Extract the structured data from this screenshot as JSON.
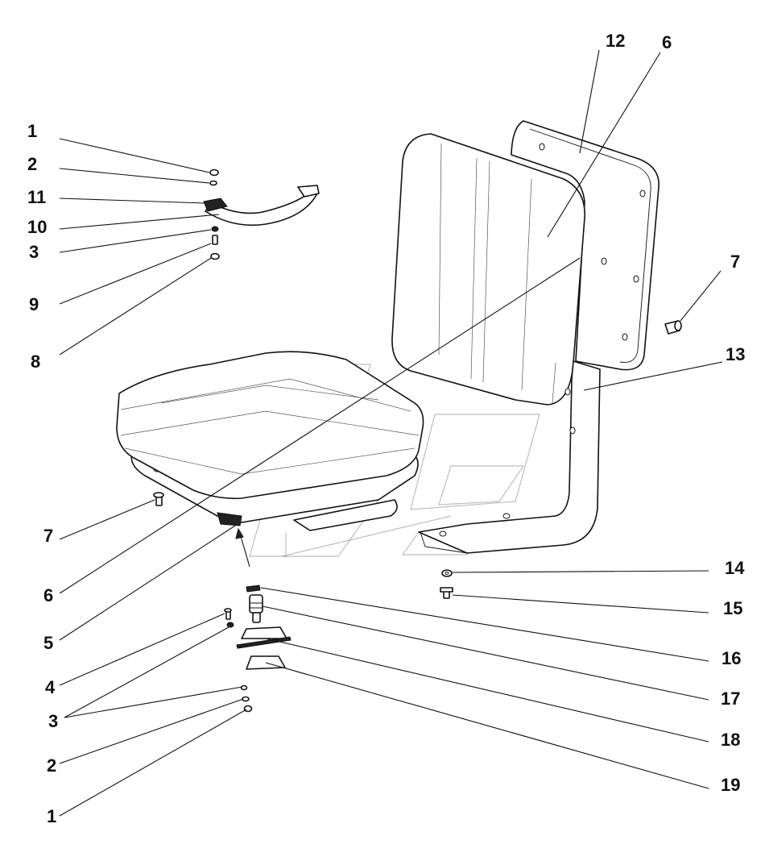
{
  "callouts": [
    {
      "id": "c1a",
      "label": "1"
    },
    {
      "id": "c2a",
      "label": "2"
    },
    {
      "id": "c11",
      "label": "11"
    },
    {
      "id": "c10",
      "label": "10"
    },
    {
      "id": "c3a",
      "label": "3"
    },
    {
      "id": "c9",
      "label": "9"
    },
    {
      "id": "c8",
      "label": "8"
    },
    {
      "id": "c12",
      "label": "12"
    },
    {
      "id": "c6a",
      "label": "6"
    },
    {
      "id": "c7a",
      "label": "7"
    },
    {
      "id": "c13",
      "label": "13"
    },
    {
      "id": "c7b",
      "label": "7"
    },
    {
      "id": "c6b",
      "label": "6"
    },
    {
      "id": "c5",
      "label": "5"
    },
    {
      "id": "c4",
      "label": "4"
    },
    {
      "id": "c3b",
      "label": "3"
    },
    {
      "id": "c2b",
      "label": "2"
    },
    {
      "id": "c1b",
      "label": "1"
    },
    {
      "id": "c14",
      "label": "14"
    },
    {
      "id": "c15",
      "label": "15"
    },
    {
      "id": "c16",
      "label": "16"
    },
    {
      "id": "c17",
      "label": "17"
    },
    {
      "id": "c18",
      "label": "18"
    },
    {
      "id": "c19",
      "label": "19"
    }
  ]
}
